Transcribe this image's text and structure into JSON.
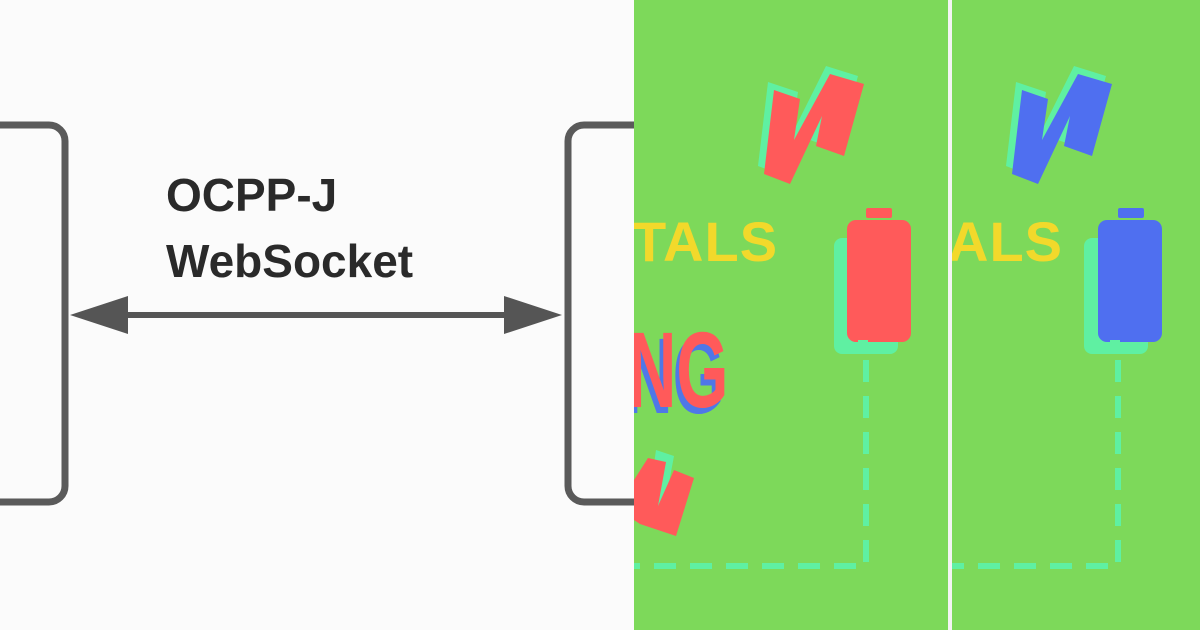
{
  "diagram": {
    "protocol_line1": "OCPP-J",
    "protocol_line2": "WebSocket"
  },
  "art_a": {
    "word_fragment": "TALS",
    "big_fragment": "NG",
    "battery_color": "#ff5a5a"
  },
  "art_b": {
    "word_fragment": "ALS",
    "battery_color": "#4f6ff0"
  },
  "colors": {
    "background_green": "#7dd95a",
    "mint": "#5ff0a2",
    "yellow": "#f2d92b",
    "line_gray": "#555555"
  }
}
